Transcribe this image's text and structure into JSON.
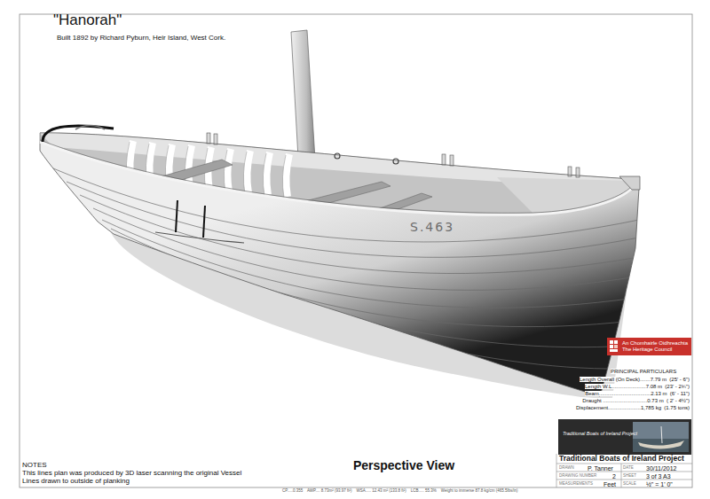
{
  "diagram": {
    "title": "\"Hanorah\"",
    "caption": "Perspective View",
    "nodes": [
      {
        "text": [
          "An Chomhairle Oidhreachta",
          "The Heritage Council"
        ]
      },
      {
        "text": [
          "Traditional Boats of Ireland Project"
        ]
      }
    ],
    "labels": [
      "Built 1892 by Richard Pyburn, Heir Island, West Cork.",
      "S.463",
      "PRINCIPAL PARTICULARS",
      "Length Overall (On Deck).......7.79 m  (25' - 6\")",
      "Length W.L.......................7.08 m  (23' - 2¾\")",
      "Beam...................................2.13 m  (6' - 11\")",
      "Draught ..............................0.73 m  ( 2' - 4½\")",
      "Displacement......................1,785 kg  (1.75 tons)",
      "Traditional Boats of Ireland Project",
      "DRAWN",
      "P. Tanner",
      "DATE",
      "30/11/2012",
      "DRAWING NUMBER",
      "2",
      "SHEET",
      "3 of 3 A3",
      "MEASUREMENTS",
      "Feet",
      "SCALE",
      "½\" = 1' 0\"",
      "NOTES",
      "This lines plan was produced by 3D laser scanning the original Vessel",
      "Lines drawn to outside of planking",
      "CP.....0.355    AWP.... 8.73m² (93.97 ft²)    WSA..... 12.43 m² (133.8 ft²)    LCB..... 55.3%    Weight to immerse 87.8 kg/cm (465.5lbs/in)"
    ]
  }
}
